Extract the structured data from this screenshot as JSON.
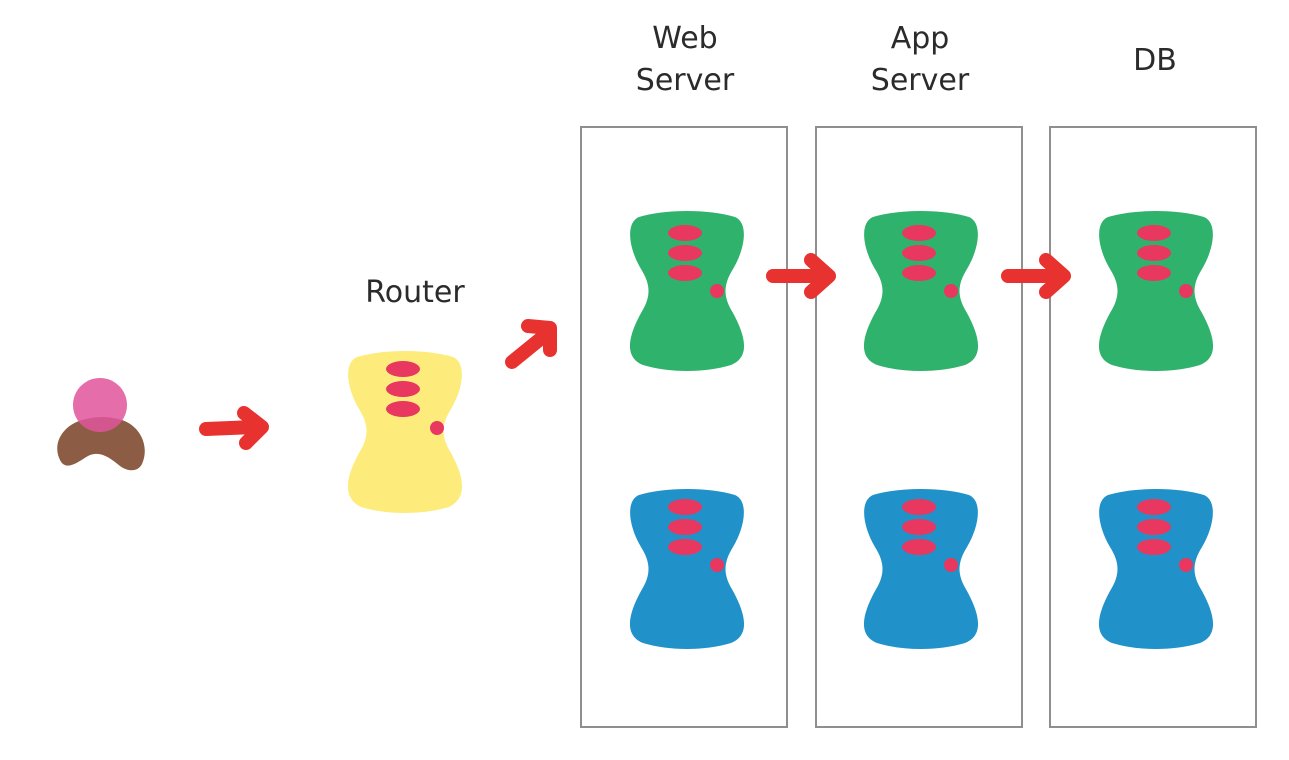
{
  "colors": {
    "user_head": "#e0559b",
    "user_body": "#8c5d44",
    "router": "#fdec7c",
    "server_primary": "#2fb26c",
    "server_secondary": "#2191c9",
    "indicator": "#e8385f",
    "arrow": "#e8322f",
    "tier_border": "#8f8f8f"
  },
  "icons": {
    "user": "user-icon",
    "router": "router-icon",
    "server": "server-icon",
    "arrow": "arrow-right-icon"
  },
  "router": {
    "label": "Router"
  },
  "tiers": [
    {
      "id": "web",
      "label_lines": [
        "Web",
        "Server"
      ]
    },
    {
      "id": "app",
      "label_lines": [
        "App",
        "Server"
      ]
    },
    {
      "id": "db",
      "label_lines": [
        "DB"
      ]
    }
  ]
}
